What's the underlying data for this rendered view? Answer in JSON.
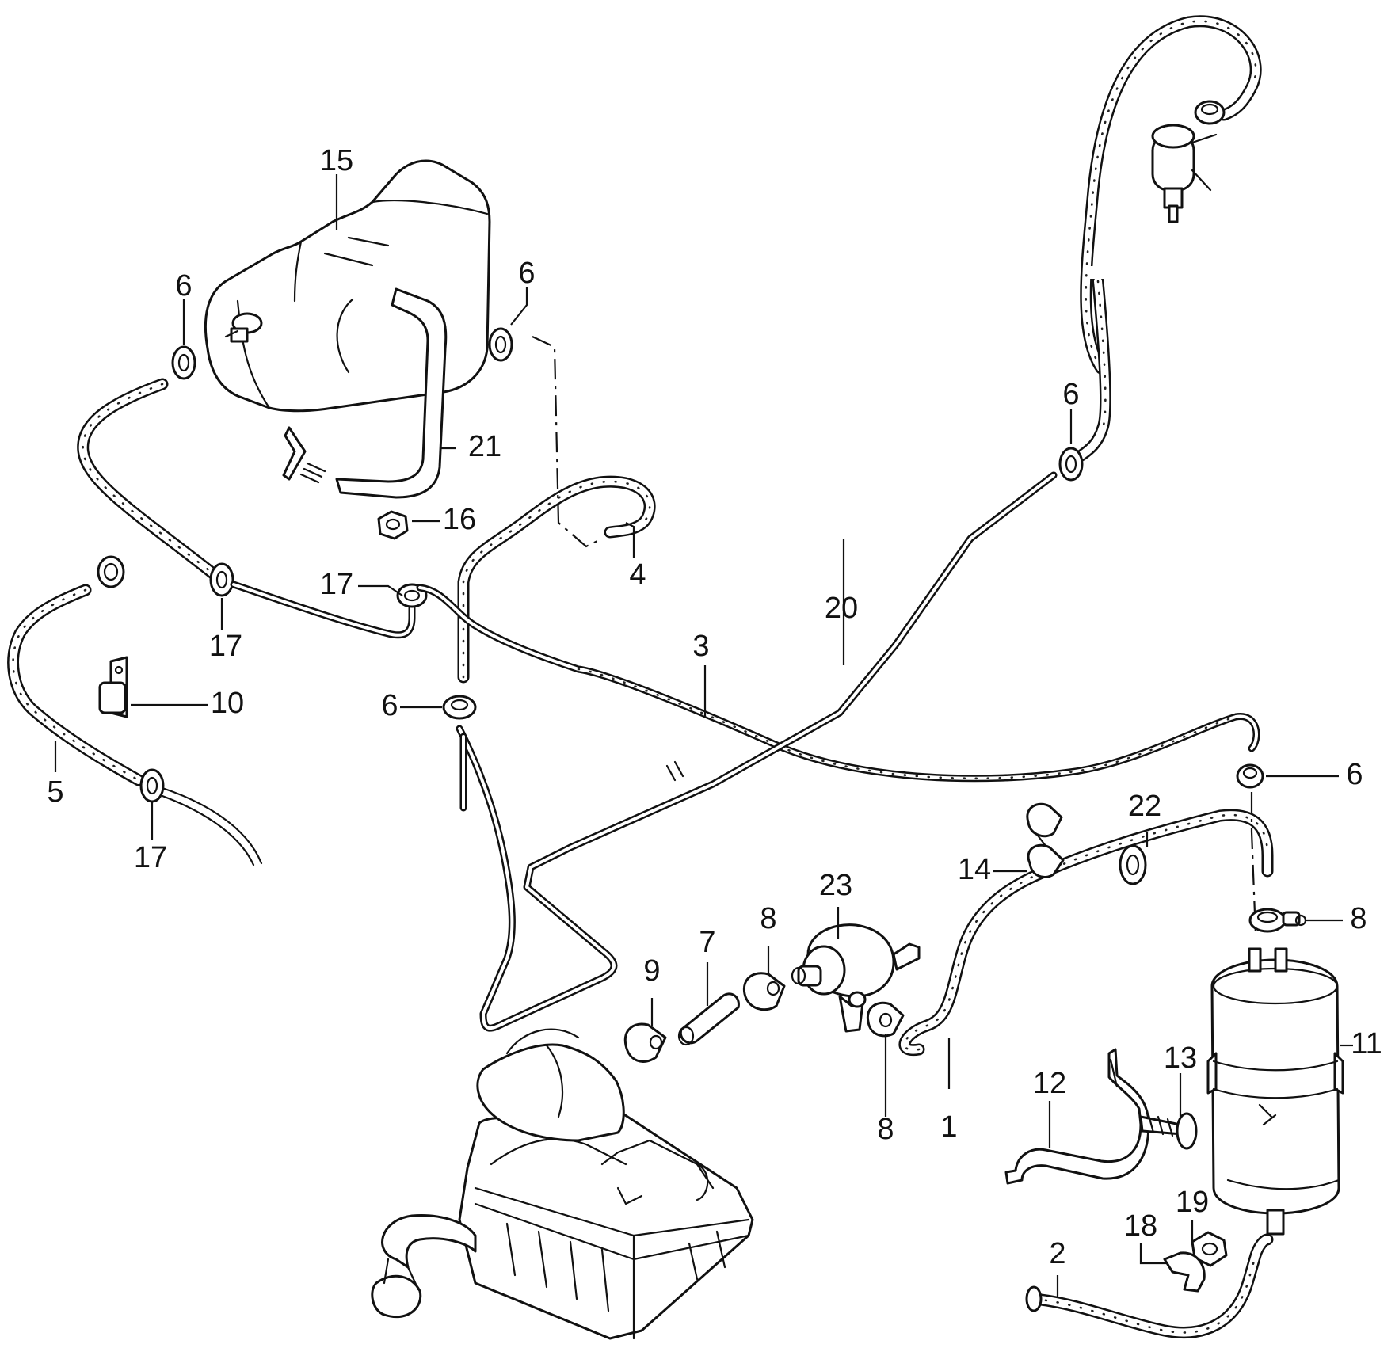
{
  "diagram": {
    "parts": [
      {
        "key": "p1",
        "label": "1"
      },
      {
        "key": "p2",
        "label": "2"
      },
      {
        "key": "p3",
        "label": "3"
      },
      {
        "key": "p4",
        "label": "4"
      },
      {
        "key": "p5",
        "label": "5"
      },
      {
        "key": "p6",
        "label": "6"
      },
      {
        "key": "p7",
        "label": "7"
      },
      {
        "key": "p8",
        "label": "8"
      },
      {
        "key": "p9",
        "label": "9"
      },
      {
        "key": "p10",
        "label": "10"
      },
      {
        "key": "p11",
        "label": "11"
      },
      {
        "key": "p12",
        "label": "12"
      },
      {
        "key": "p13",
        "label": "13"
      },
      {
        "key": "p14",
        "label": "14"
      },
      {
        "key": "p15",
        "label": "15"
      },
      {
        "key": "p16",
        "label": "16"
      },
      {
        "key": "p17",
        "label": "17"
      },
      {
        "key": "p18",
        "label": "18"
      },
      {
        "key": "p19",
        "label": "19"
      },
      {
        "key": "p20",
        "label": "20"
      },
      {
        "key": "p21",
        "label": "21"
      },
      {
        "key": "p22",
        "label": "22"
      },
      {
        "key": "p23",
        "label": "23"
      }
    ]
  }
}
